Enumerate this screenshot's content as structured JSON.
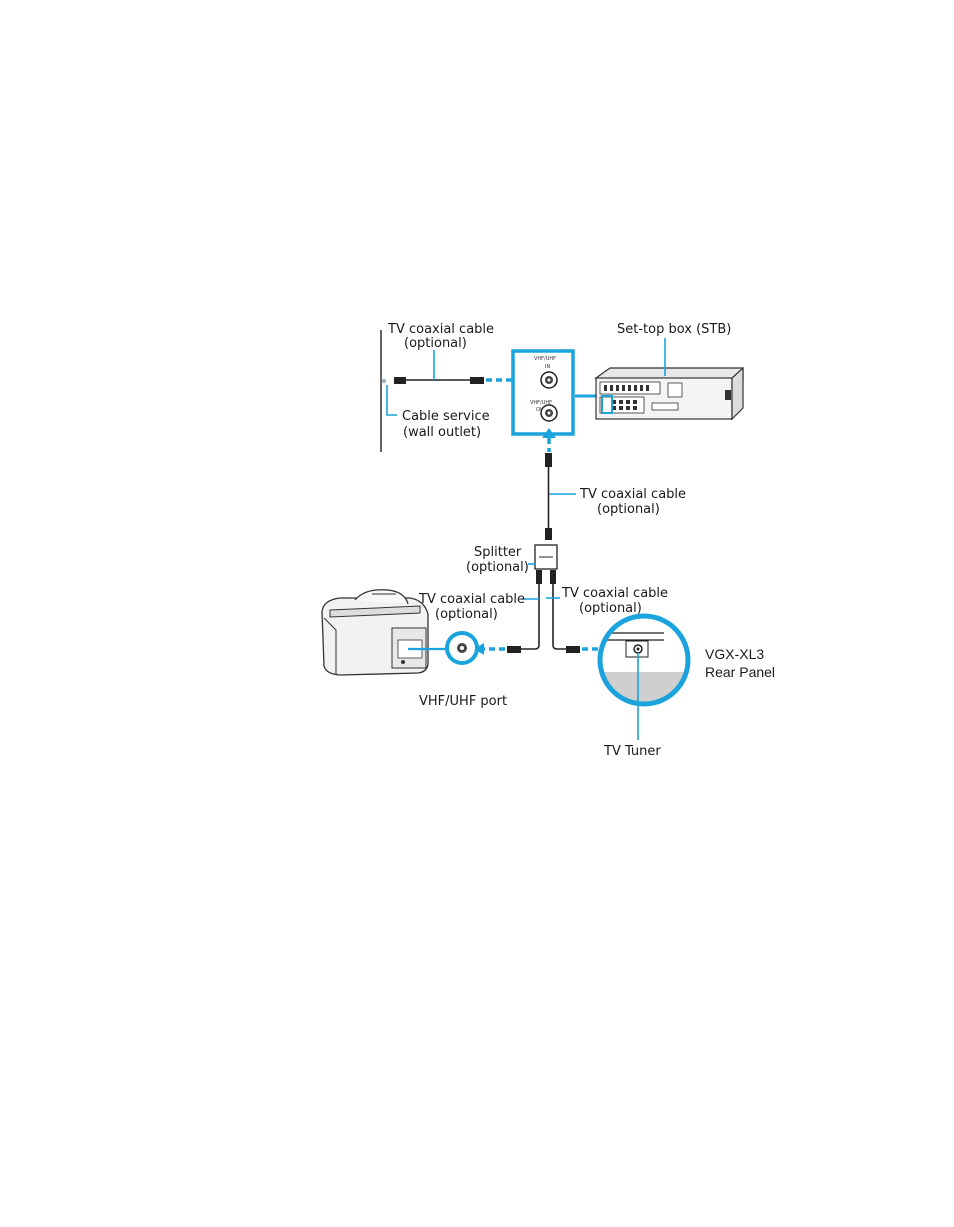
{
  "labels": {
    "tv_coax_top_line1": "TV coaxial cable",
    "tv_coax_top_line2": "(optional)",
    "stb_title": "Set-top box (STB)",
    "cable_service_line1": "Cable service",
    "cable_service_line2": "(wall outlet)",
    "vhf_uhf_in_line1": "VHF/UHF",
    "vhf_uhf_in_line2": "IN",
    "vhf_uhf_out_line1": "VHF/UHF",
    "vhf_uhf_out_line2": "OUT",
    "tv_coax_mid_line1": "TV coaxial cable",
    "tv_coax_mid_line2": "(optional)",
    "splitter_line1": "Splitter",
    "splitter_line2": "(optional)",
    "tv_coax_left_line1": "TV coaxial cable",
    "tv_coax_left_line2": "(optional)",
    "tv_coax_right_line1": "TV coaxial cable",
    "tv_coax_right_line2": "(optional)",
    "vhf_uhf_port": "VHF/UHF port",
    "rear_panel_line1": "VGX-XL3",
    "rear_panel_line2": "Rear Panel",
    "tv_tuner": "TV Tuner"
  },
  "colors": {
    "accent": "#1aa3dc",
    "panel_gray": "#cfcfcf"
  }
}
